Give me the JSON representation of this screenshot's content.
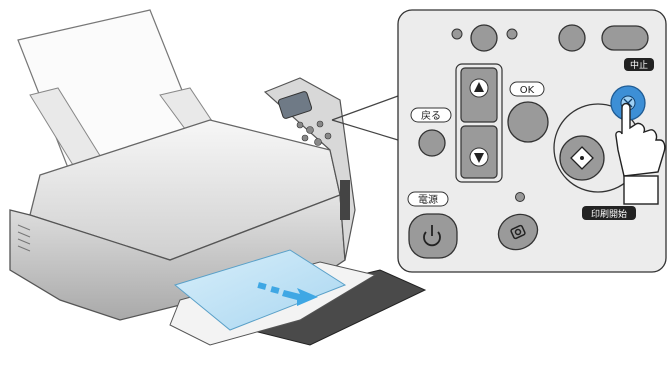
{
  "panel": {
    "ok_label": "OK",
    "back_label": "戻る",
    "power_label": "電源",
    "stop_label": "中止",
    "start_label": "印刷開始"
  },
  "colors": {
    "panel_fill": "#ececec",
    "button_dark": "#9a9a9a",
    "tag_dark": "#222222",
    "stop_button_blue": "#3d8fd6",
    "paper_output_blue": "#bfe2f4",
    "arrow_blue": "#3fa7e4"
  },
  "icons": [
    "up-arrow-icon",
    "down-arrow-icon",
    "power-icon",
    "start-diamond-icon",
    "stop-icon",
    "photo-print-icon",
    "pointing-hand-icon",
    "paper-eject-arrow-icon"
  ]
}
